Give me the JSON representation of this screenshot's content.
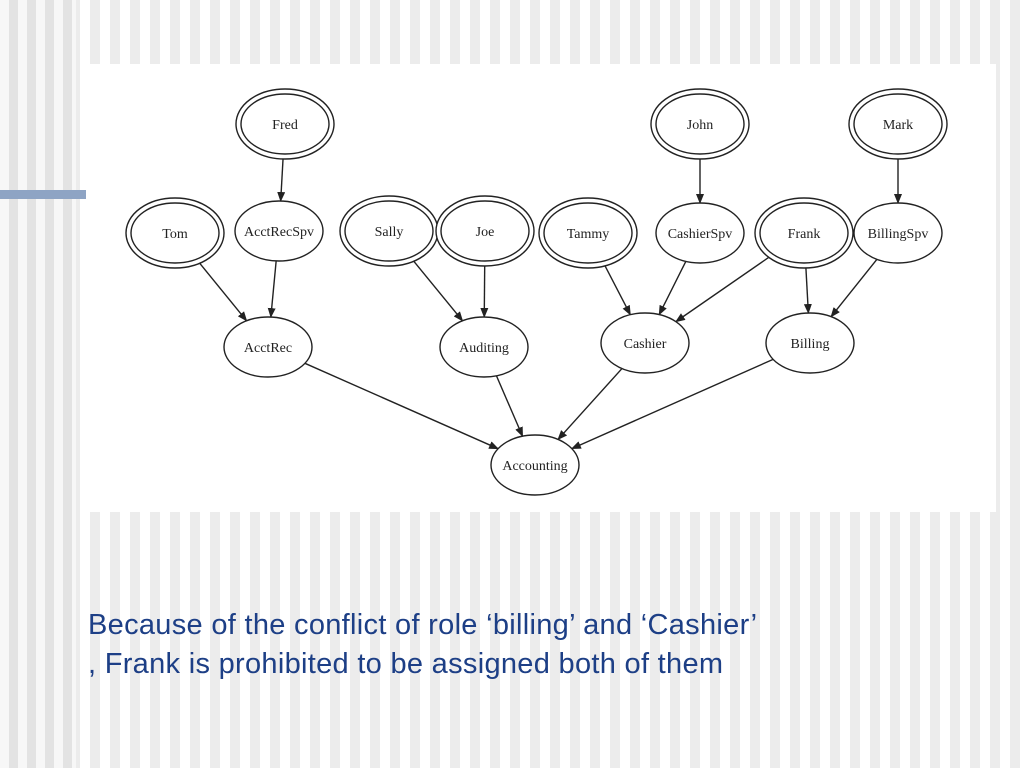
{
  "colors": {
    "caption": "#1d3f86",
    "accent_bar": "#8ea4c4"
  },
  "diagram": {
    "nodes": [
      {
        "id": "fred",
        "label": "Fred",
        "kind": "user"
      },
      {
        "id": "john",
        "label": "John",
        "kind": "user"
      },
      {
        "id": "mark",
        "label": "Mark",
        "kind": "user"
      },
      {
        "id": "tom",
        "label": "Tom",
        "kind": "user"
      },
      {
        "id": "acctrecspv",
        "label": "AcctRecSpv",
        "kind": "role"
      },
      {
        "id": "sally",
        "label": "Sally",
        "kind": "user"
      },
      {
        "id": "joe",
        "label": "Joe",
        "kind": "user"
      },
      {
        "id": "tammy",
        "label": "Tammy",
        "kind": "user"
      },
      {
        "id": "cashierspv",
        "label": "CashierSpv",
        "kind": "role"
      },
      {
        "id": "frank",
        "label": "Frank",
        "kind": "user"
      },
      {
        "id": "billingspv",
        "label": "BillingSpv",
        "kind": "role"
      },
      {
        "id": "acctrec",
        "label": "AcctRec",
        "kind": "role"
      },
      {
        "id": "auditing",
        "label": "Auditing",
        "kind": "role"
      },
      {
        "id": "cashier",
        "label": "Cashier",
        "kind": "role"
      },
      {
        "id": "billing",
        "label": "Billing",
        "kind": "role"
      },
      {
        "id": "accounting",
        "label": "Accounting",
        "kind": "role"
      }
    ],
    "edges": [
      {
        "from": "fred",
        "to": "acctrecspv"
      },
      {
        "from": "john",
        "to": "cashierspv"
      },
      {
        "from": "mark",
        "to": "billingspv"
      },
      {
        "from": "tom",
        "to": "acctrec"
      },
      {
        "from": "acctrecspv",
        "to": "acctrec"
      },
      {
        "from": "sally",
        "to": "auditing"
      },
      {
        "from": "joe",
        "to": "auditing"
      },
      {
        "from": "tammy",
        "to": "cashier"
      },
      {
        "from": "cashierspv",
        "to": "cashier"
      },
      {
        "from": "frank",
        "to": "cashier"
      },
      {
        "from": "frank",
        "to": "billing"
      },
      {
        "from": "billingspv",
        "to": "billing"
      },
      {
        "from": "acctrec",
        "to": "accounting"
      },
      {
        "from": "auditing",
        "to": "accounting"
      },
      {
        "from": "cashier",
        "to": "accounting"
      },
      {
        "from": "billing",
        "to": "accounting"
      }
    ]
  },
  "caption": {
    "line1": "Because of the conflict of role ‘billing’ and ‘Cashier’",
    "line2": ", Frank is prohibited to be assigned both of them"
  }
}
